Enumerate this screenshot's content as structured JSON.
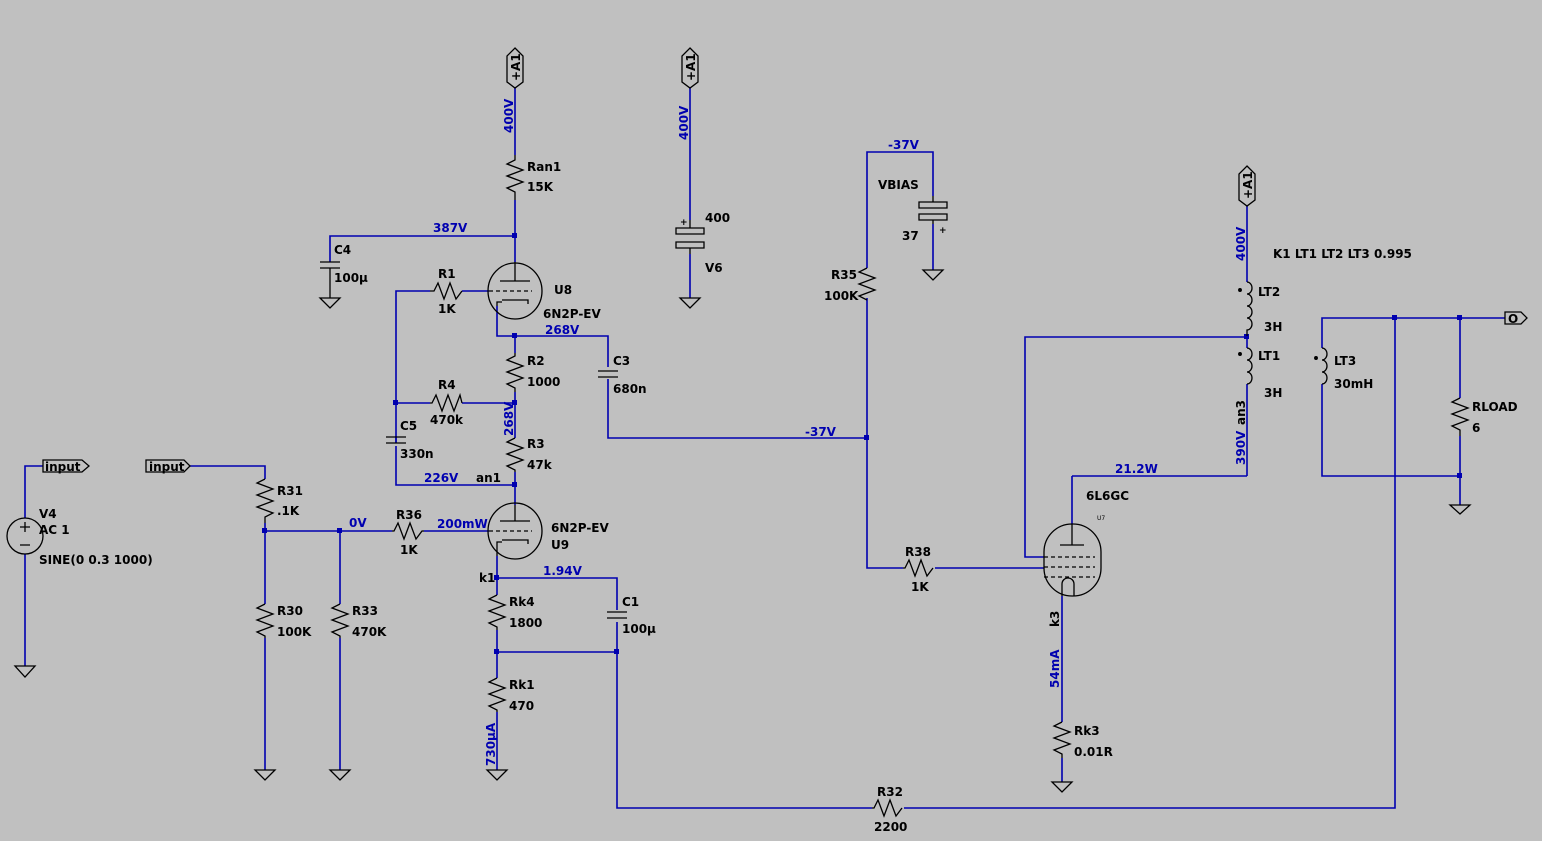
{
  "components": {
    "ran1": {
      "name": "Ran1",
      "value": "15K"
    },
    "c4": {
      "name": "C4",
      "value": "100µ"
    },
    "r1": {
      "name": "R1",
      "value": "1K"
    },
    "u8": {
      "name": "U8",
      "model": "6N2P-EV"
    },
    "r2": {
      "name": "R2",
      "value": "1000"
    },
    "c3": {
      "name": "C3",
      "value": "680n"
    },
    "r4": {
      "name": "R4",
      "value": "470k"
    },
    "c5": {
      "name": "C5",
      "value": "330n"
    },
    "r3": {
      "name": "R3",
      "value": "47k"
    },
    "u9": {
      "name": "U9",
      "model": "6N2P-EV"
    },
    "r36": {
      "name": "R36",
      "value": "1K"
    },
    "r31": {
      "name": "R31",
      "value": ".1K"
    },
    "r30": {
      "name": "R30",
      "value": "100K"
    },
    "r33": {
      "name": "R33",
      "value": "470K"
    },
    "rk4": {
      "name": "Rk4",
      "value": "1800"
    },
    "c1": {
      "name": "C1",
      "value": "100µ"
    },
    "rk1": {
      "name": "Rk1",
      "value": "470"
    },
    "v4": {
      "name": "V4",
      "ac": "AC 1",
      "sine": "SINE(0 0.3 1000)"
    },
    "v6": {
      "name": "V6",
      "value": "400"
    },
    "vbias": {
      "name": "VBIAS",
      "value": "37"
    },
    "r35": {
      "name": "R35",
      "value": "100K"
    },
    "r38": {
      "name": "R38",
      "value": "1K"
    },
    "u7": {
      "name": "U7",
      "model": "6L6GC"
    },
    "rk3": {
      "name": "Rk3",
      "value": "0.01R"
    },
    "lt2": {
      "name": "LT2",
      "value": "3H"
    },
    "lt1": {
      "name": "LT1",
      "value": "3H"
    },
    "lt3": {
      "name": "LT3",
      "value": "30mH"
    },
    "rload": {
      "name": "RLOAD",
      "value": "6"
    },
    "r32": {
      "name": "R32",
      "value": "2200"
    }
  },
  "directives": {
    "coupling": "K1 LT1 LT2 LT3 0.995"
  },
  "net_labels": {
    "a1_1": "+A1",
    "a1_2": "+A1",
    "a1_3": "+A1",
    "input_1": "input",
    "input_2": "input",
    "output": "O",
    "an1": "an1",
    "k1": "k1",
    "an3": "an3",
    "k3": "k3"
  },
  "measurements": {
    "v400_1": "400V",
    "v400_2": "400V",
    "v400_3": "400V",
    "v387": "387V",
    "v268_1": "268V",
    "v268_2": "268V",
    "v226": "226V",
    "v0": "0V",
    "p200mw": "200mW",
    "v194": "1.94V",
    "i730ua": "730µA",
    "vneg37_1": "-37V",
    "vneg37_2": "-37V",
    "p212w": "21.2W",
    "v390": "390V",
    "i54ma": "54mA"
  }
}
